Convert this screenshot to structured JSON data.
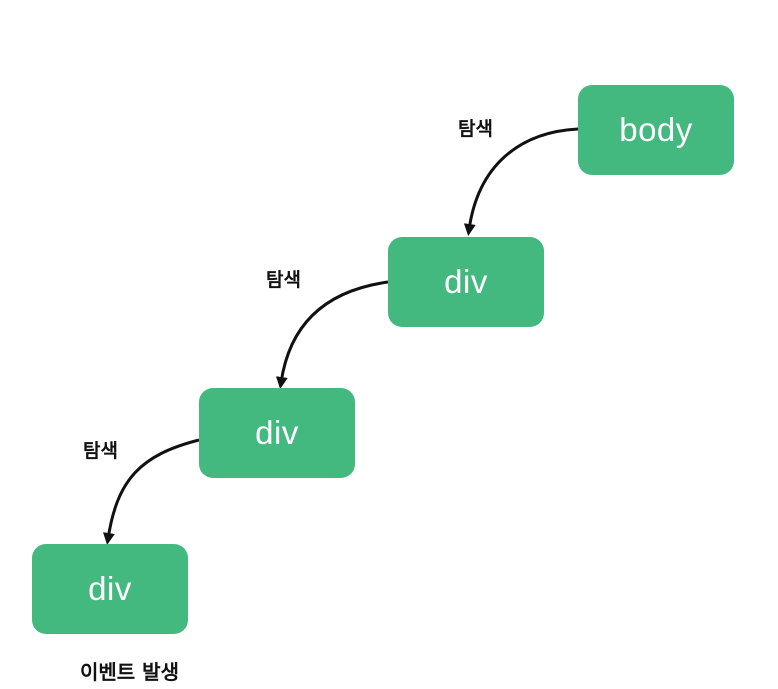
{
  "nodes": {
    "body": "body",
    "div1": "div",
    "div2": "div",
    "div3": "div"
  },
  "edges": {
    "search1": "탐색",
    "search2": "탐색",
    "search3": "탐색"
  },
  "caption": "이벤트 발생",
  "colors": {
    "node_fill": "#43b97f",
    "node_text": "#ffffff",
    "arrow": "#111111"
  }
}
